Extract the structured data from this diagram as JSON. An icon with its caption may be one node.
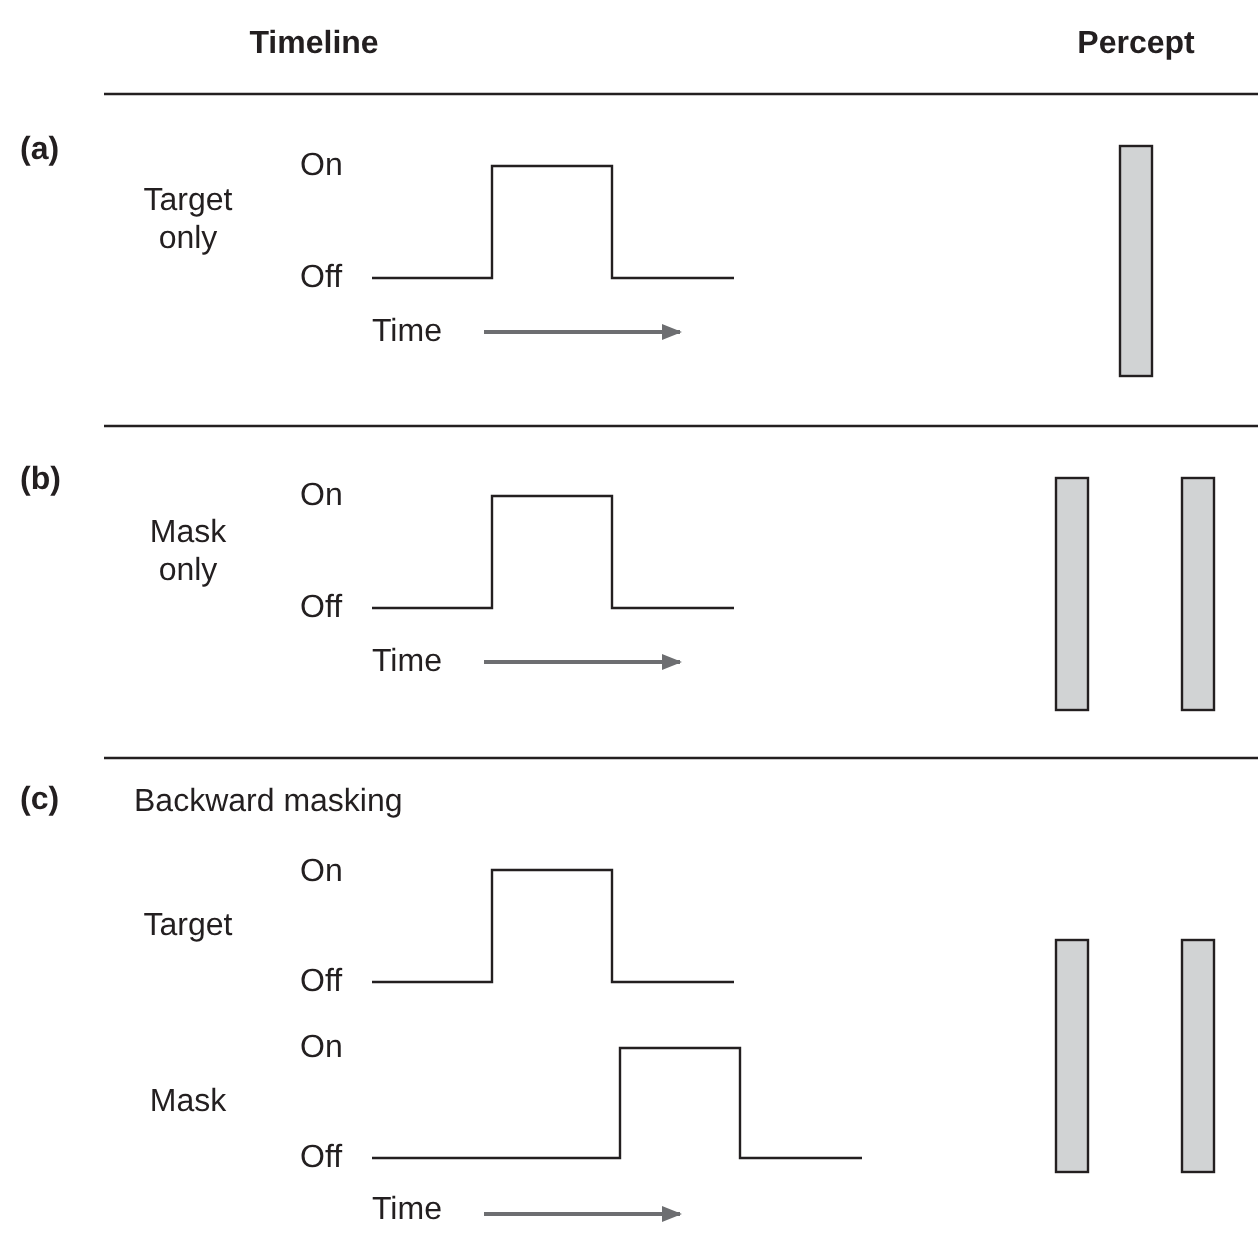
{
  "diagram": {
    "nodes": [
      {
        "text": [],
        "shape": "bar"
      },
      {
        "text": [],
        "shape": "bar"
      },
      {
        "text": [],
        "shape": "bar"
      },
      {
        "text": [],
        "shape": "bar"
      },
      {
        "text": [],
        "shape": "bar"
      }
    ],
    "labels": [
      "Timeline",
      "Percept",
      "(a)",
      "Target only",
      "On",
      "Off",
      "Time",
      "(b)",
      "Mask only",
      "On",
      "Off",
      "Time",
      "(c)",
      "Backward masking",
      "On",
      "Target",
      "Off",
      "On",
      "Mask",
      "Off",
      "Time"
    ]
  }
}
